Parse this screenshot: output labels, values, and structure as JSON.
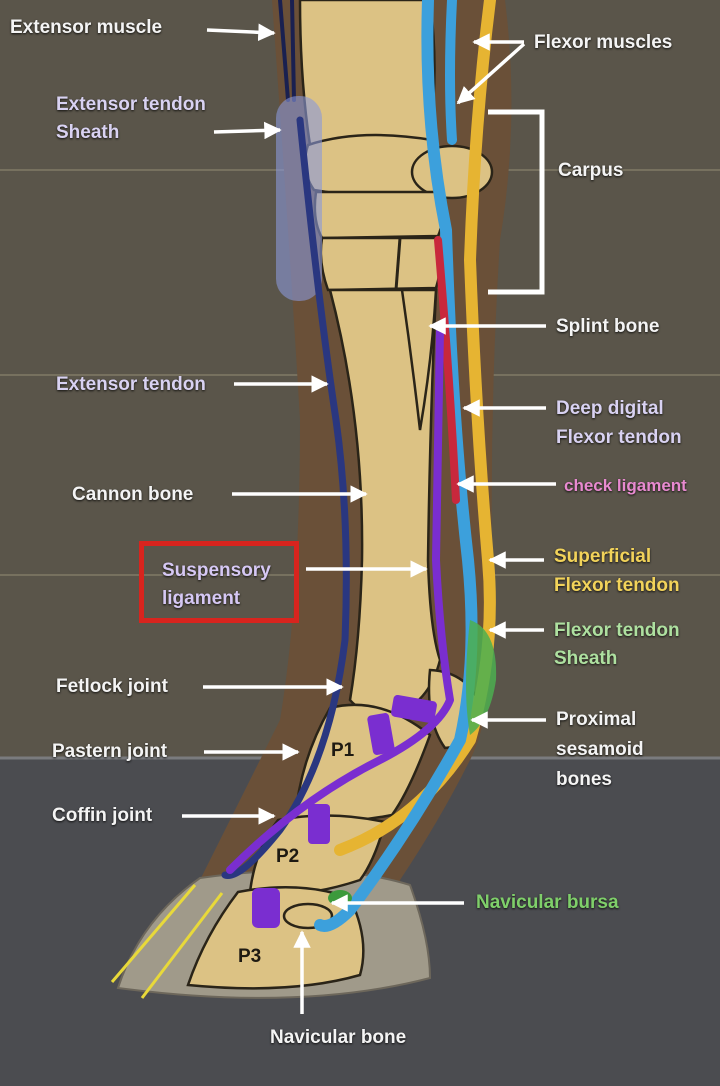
{
  "labels": {
    "extensor_muscle": "Extensor muscle",
    "extensor_sheath_1": "Extensor tendon",
    "extensor_sheath_2": "Sheath",
    "flexor_muscles": "Flexor muscles",
    "carpus": "Carpus",
    "splint_bone": "Splint bone",
    "extensor_tendon": "Extensor tendon",
    "deep_digital_1": "Deep digital",
    "deep_digital_2": "Flexor tendon",
    "cannon_bone": "Cannon bone",
    "check_ligament": "check ligament",
    "suspensory_1": "Suspensory",
    "suspensory_2": "ligament",
    "superficial_1": "Superficial",
    "superficial_2": "Flexor tendon",
    "flexor_sheath_1": "Flexor tendon",
    "flexor_sheath_2": "Sheath",
    "fetlock_joint": "Fetlock joint",
    "proximal_1": "Proximal",
    "proximal_2": "sesamoid",
    "proximal_3": "bones",
    "pastern_joint": "Pastern joint",
    "coffin_joint": "Coffin joint",
    "navicular_bursa": "Navicular bursa",
    "navicular_bone": "Navicular bone",
    "p1": "P1",
    "p2": "P2",
    "p3": "P3"
  },
  "colors": {
    "bone": "#dcc284",
    "extensor_tendon": "#2a3780",
    "deep_digital_flexor": "#3ca0dc",
    "superficial_flexor": "#e6b432",
    "check_ligament": "#c8283c",
    "suspensory_ligament": "#7a2ed0",
    "flexor_sheath": "#4caf50",
    "navicular_bursa": "#3c9a3c",
    "highlight_box": "#d8241e"
  }
}
